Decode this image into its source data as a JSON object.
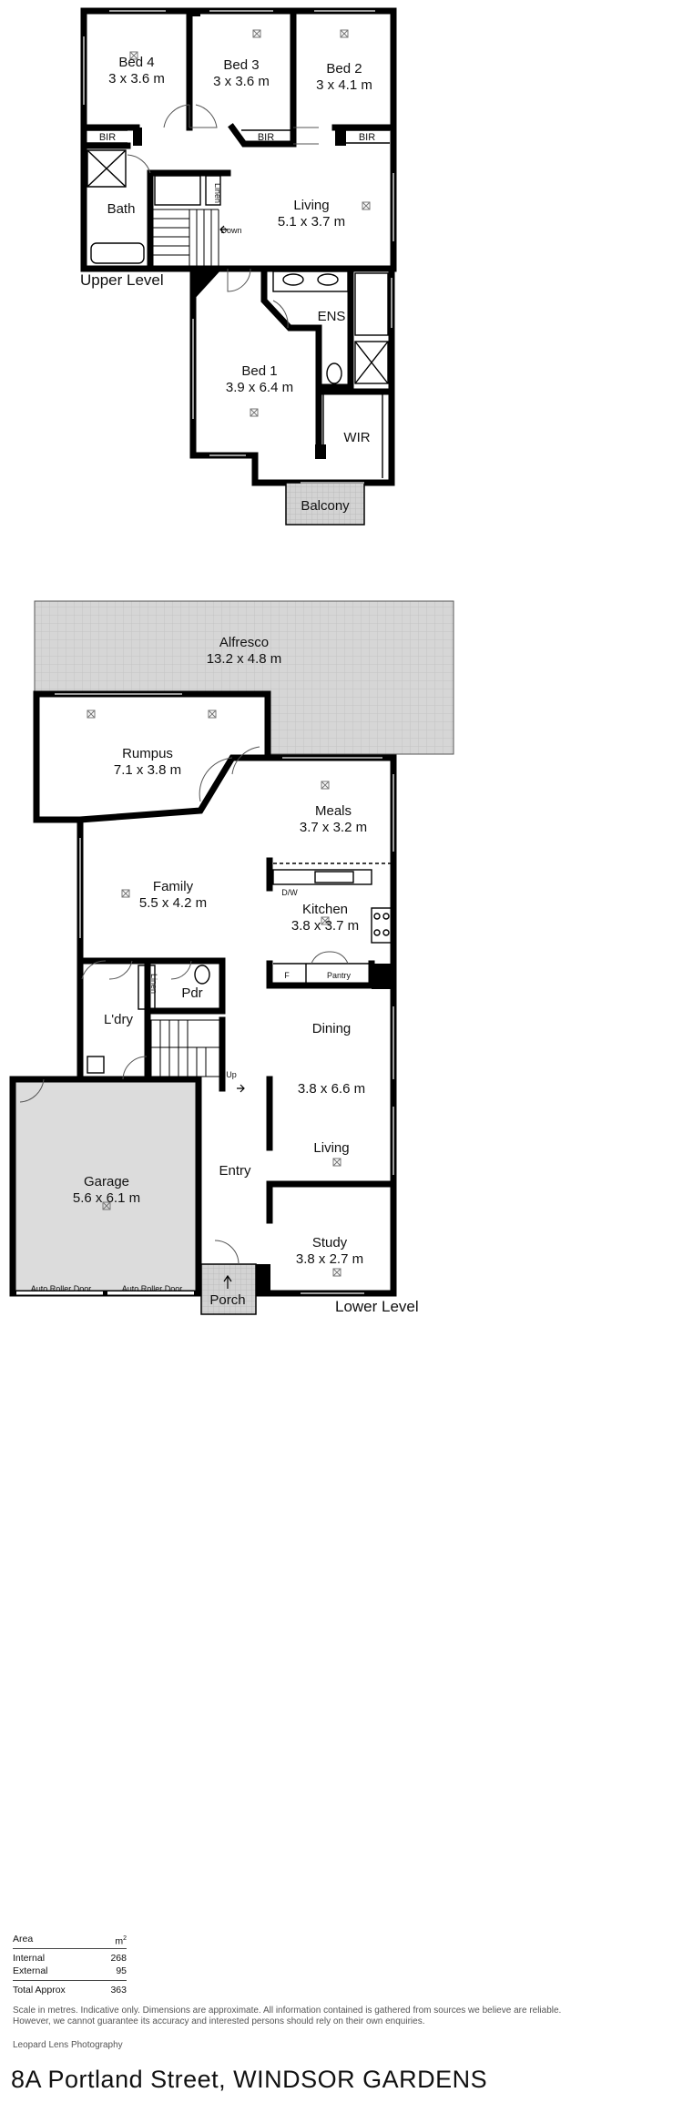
{
  "upper_level": {
    "label": "Upper Level",
    "rooms": {
      "bed4": {
        "name": "Bed 4",
        "dims": "3 x 3.6 m"
      },
      "bed3": {
        "name": "Bed 3",
        "dims": "3 x 3.6 m"
      },
      "bed2": {
        "name": "Bed 2",
        "dims": "3 x 4.1 m"
      },
      "bath": {
        "name": "Bath"
      },
      "living": {
        "name": "Living",
        "dims": "5.1 x 3.7 m"
      },
      "ens": {
        "name": "ENS"
      },
      "bed1": {
        "name": "Bed 1",
        "dims": "3.9 x 6.4 m"
      },
      "wir": {
        "name": "WIR"
      },
      "balcony": {
        "name": "Balcony"
      }
    },
    "fixtures": {
      "bir": "BIR",
      "linen": "Linen",
      "down": "Down"
    }
  },
  "lower_level": {
    "label": "Lower Level",
    "rooms": {
      "alfresco": {
        "name": "Alfresco",
        "dims": "13.2 x 4.8 m"
      },
      "rumpus": {
        "name": "Rumpus",
        "dims": "7.1 x 3.8 m"
      },
      "meals": {
        "name": "Meals",
        "dims": "3.7 x 3.2 m"
      },
      "family": {
        "name": "Family",
        "dims": "5.5 x 4.2 m"
      },
      "kitchen": {
        "name": "Kitchen",
        "dims": "3.8 x 3.7 m"
      },
      "pdr": {
        "name": "Pdr"
      },
      "laundry": {
        "name": "L'dry"
      },
      "dining": {
        "name": "Dining"
      },
      "dining_living_dims": "3.8 x 6.6 m",
      "living": {
        "name": "Living"
      },
      "garage": {
        "name": "Garage",
        "dims": "5.6 x 6.1 m"
      },
      "entry": {
        "name": "Entry"
      },
      "study": {
        "name": "Study",
        "dims": "3.8 x 2.7 m"
      },
      "porch": {
        "name": "Porch"
      }
    },
    "fixtures": {
      "dw": "D/W",
      "pantry": "Pantry",
      "fridge": "F",
      "linen": "Linen",
      "up": "Up",
      "roller_door": "Auto Roller Door"
    }
  },
  "area_table": {
    "header_label": "Area",
    "header_unit": "m",
    "header_unit_sup": "2",
    "rows": [
      {
        "label": "Internal",
        "value": "268"
      },
      {
        "label": "External",
        "value": "95"
      }
    ],
    "total_label": "Total Approx",
    "total_value": "363"
  },
  "disclaimer": "Scale in metres. Indicative only. Dimensions are approximate. All information contained is gathered from sources we believe are reliable. However, we cannot guarantee its accuracy and interested persons should rely on their own enquiries.",
  "credit": "Leopard Lens Photography",
  "address": "8A Portland Street, WINDSOR GARDENS"
}
